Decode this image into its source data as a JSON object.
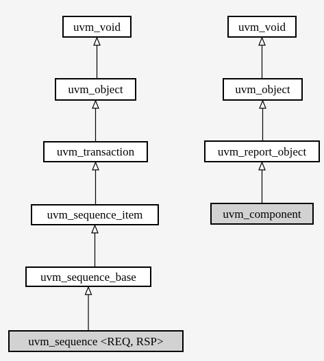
{
  "colors": {
    "background": "#f5f5f5",
    "node_fill": "#ffffff",
    "highlight_fill": "#d2d2d2",
    "stroke": "#000000"
  },
  "left": {
    "uvm_void": "uvm_void",
    "uvm_object": "uvm_object",
    "uvm_transaction": "uvm_transaction",
    "uvm_sequence_item": "uvm_sequence_item",
    "uvm_sequence_base": "uvm_sequence_base",
    "uvm_sequence": "uvm_sequence <REQ, RSP>"
  },
  "right": {
    "uvm_void": "uvm_void",
    "uvm_object": "uvm_object",
    "uvm_report_object": "uvm_report_object",
    "uvm_component": "uvm_component"
  },
  "edges": [
    {
      "from": "left-uvm_object",
      "to": "left-uvm_void"
    },
    {
      "from": "left-uvm_transaction",
      "to": "left-uvm_object"
    },
    {
      "from": "left-uvm_sequence_item",
      "to": "left-uvm_transaction"
    },
    {
      "from": "left-uvm_sequence_base",
      "to": "left-uvm_sequence_item"
    },
    {
      "from": "left-uvm_sequence",
      "to": "left-uvm_sequence_base"
    },
    {
      "from": "right-uvm_object",
      "to": "right-uvm_void"
    },
    {
      "from": "right-uvm_report_object",
      "to": "right-uvm_object"
    },
    {
      "from": "right-uvm_component",
      "to": "right-uvm_report_object"
    }
  ]
}
